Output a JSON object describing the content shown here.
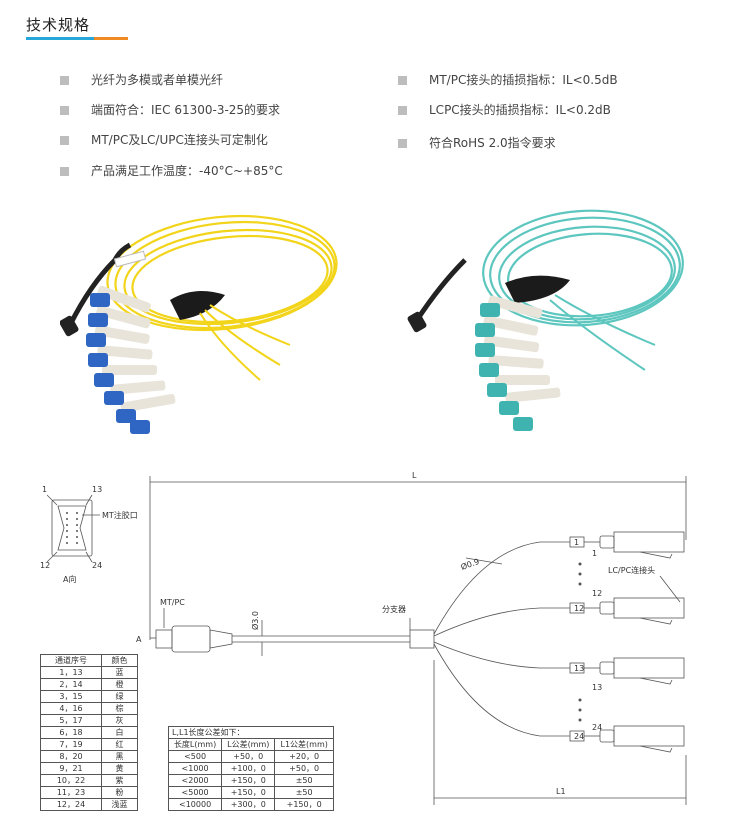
{
  "header": {
    "title": "技术规格"
  },
  "specs_left": [
    "光纤为多模或者单模光纤",
    "端面符合：IEC 61300-3-25的要求",
    "MT/PC及LC/UPC连接头可定制化",
    "产品满足工作温度：-40°C~+85°C"
  ],
  "specs_right": [
    "MT/PC接头的插损指标：IL<0.5dB",
    "LCPC接头的插损指标：IL<0.2dB",
    "符合RoHS 2.0指令要求"
  ],
  "drawing": {
    "dim_L": "L",
    "dim_L1": "L1",
    "pin_1": "1",
    "pin_13": "13",
    "pin_12": "12",
    "pin_24": "24",
    "mt_glue_port": "MT注胶口",
    "view_a": "A向",
    "mt_pc": "MT/PC",
    "letter_a": "A",
    "dia_3": "Ø3.0",
    "dia_09": "Ø0.9",
    "splitter": "分支器",
    "lc_pc": "LC/PC连接头",
    "ch_1": "1",
    "ch_12": "12",
    "ch_13": "13",
    "ch_24": "24",
    "port_labels": [
      "1",
      "12",
      "13",
      "24"
    ]
  },
  "color_table": {
    "headers": [
      "通道序号",
      "颜色"
    ],
    "rows": [
      [
        "1，13",
        "蓝"
      ],
      [
        "2，14",
        "橙"
      ],
      [
        "3，15",
        "绿"
      ],
      [
        "4，16",
        "棕"
      ],
      [
        "5，17",
        "灰"
      ],
      [
        "6，18",
        "白"
      ],
      [
        "7，19",
        "红"
      ],
      [
        "8，20",
        "黑"
      ],
      [
        "9，21",
        "黄"
      ],
      [
        "10，22",
        "紫"
      ],
      [
        "11，23",
        "粉"
      ],
      [
        "12，24",
        "浅蓝"
      ]
    ]
  },
  "tolerance_table": {
    "caption": "L,L1长度公差如下：",
    "headers": [
      "长度L(mm)",
      "L公差(mm)",
      "L1公差(mm)"
    ],
    "rows": [
      [
        "<500",
        "+50，0",
        "+20，0"
      ],
      [
        "<1000",
        "+100，0",
        "+50，0"
      ],
      [
        "<2000",
        "+150，0",
        "±50"
      ],
      [
        "<5000",
        "+150，0",
        "±50"
      ],
      [
        "<10000",
        "+300，0",
        "+150，0"
      ]
    ]
  },
  "colors": {
    "accent_blue": "#27a6d9",
    "accent_orange": "#f08a24",
    "cable_yellow": "#f2d41a",
    "cable_aqua": "#5cc6bf",
    "connector_blue": "#2f66c4"
  }
}
